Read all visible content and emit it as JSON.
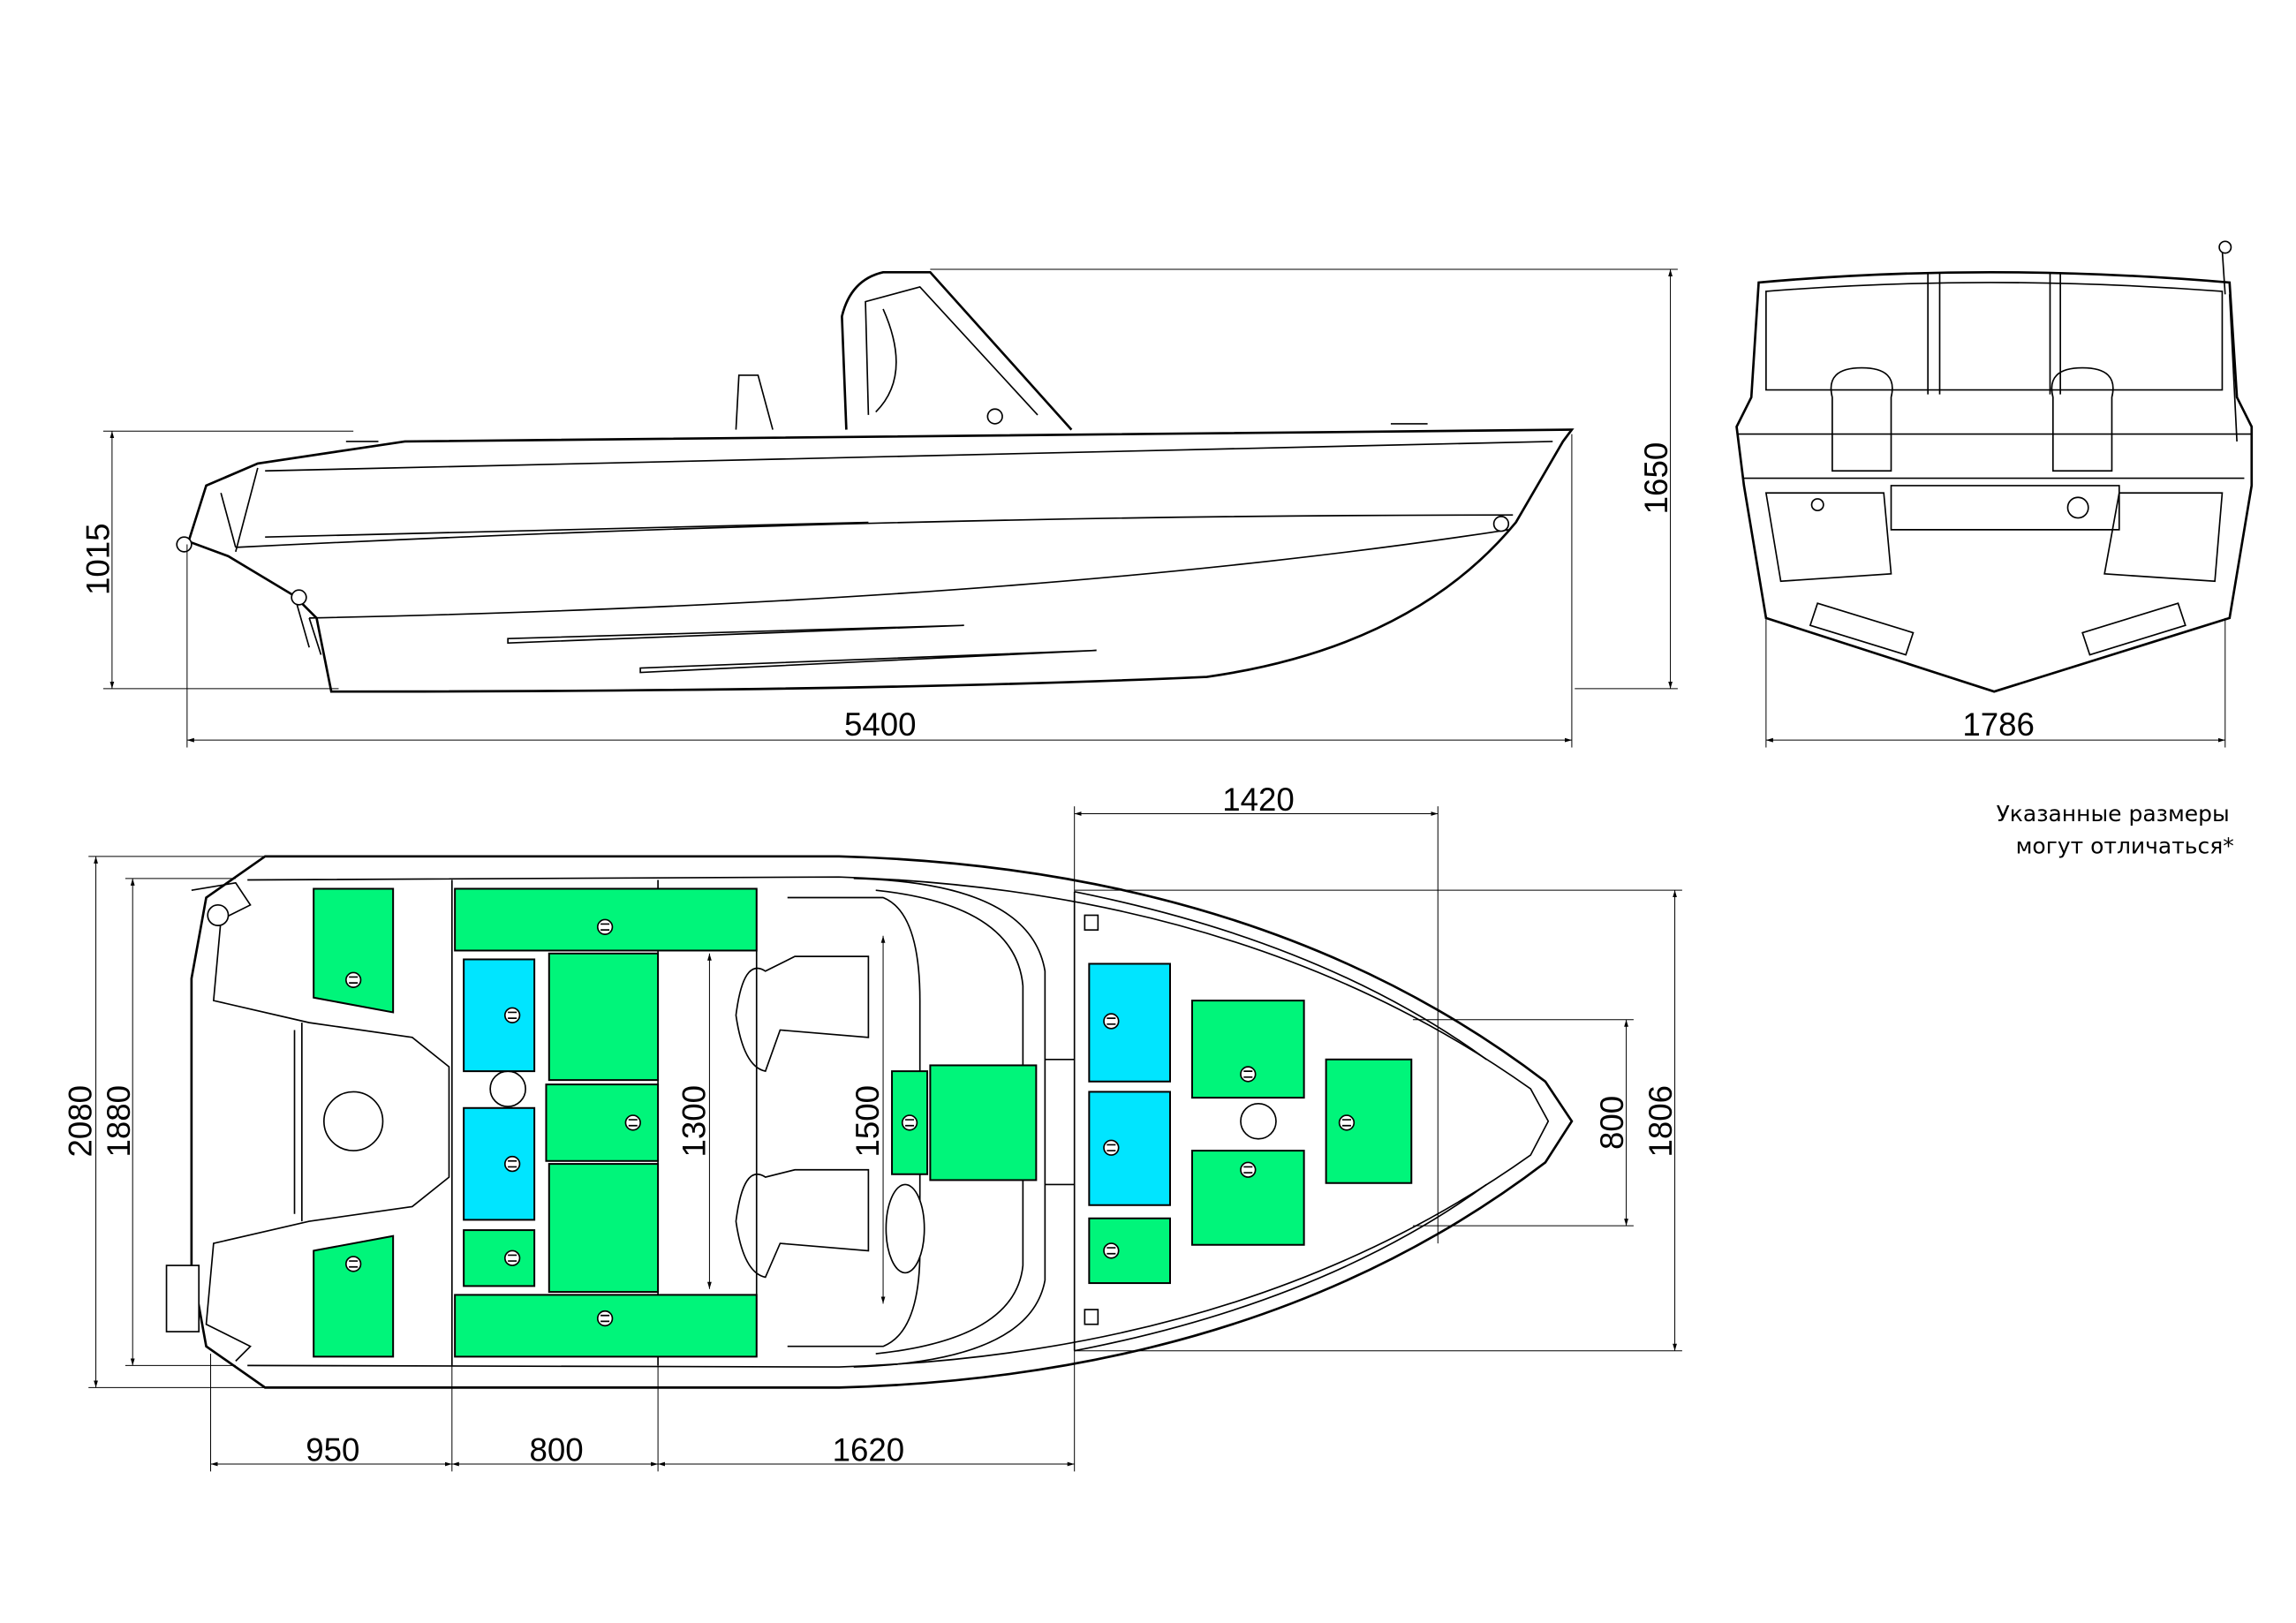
{
  "colors": {
    "green_panel": "#00f57a",
    "cyan_panel": "#00e5ff",
    "line": "#000000"
  },
  "side_view": {
    "dimensions": {
      "height_hull": "1015",
      "height_total": "1650",
      "length": "5400"
    }
  },
  "front_view": {
    "dimensions": {
      "width": "1786"
    }
  },
  "top_view": {
    "dimensions": {
      "width_total": "2080",
      "width_inner": "1880",
      "seat_width": "1300",
      "cockpit_width": "1500",
      "bow_hatch_width": "800",
      "bow_width": "1806",
      "bow_deck_length": "1420",
      "stern_length": "950",
      "bench_length": "800",
      "cockpit_length": "1620"
    }
  },
  "note": {
    "line1": "Указанные размеры",
    "line2": "могут отличаться*"
  }
}
